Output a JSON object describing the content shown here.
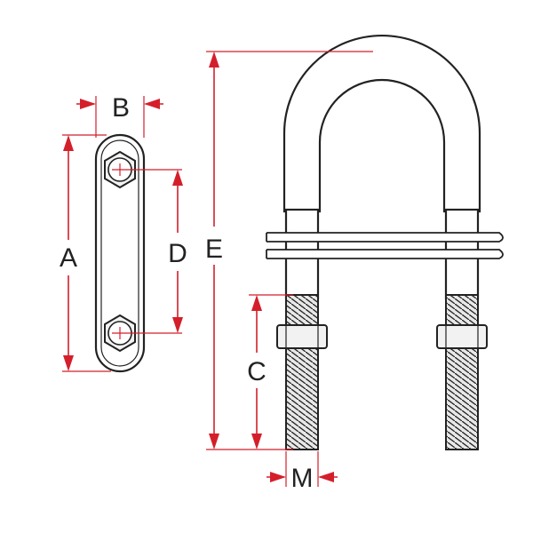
{
  "labels": {
    "A": "A",
    "B": "B",
    "C": "C",
    "D": "D",
    "E": "E",
    "M": "M"
  },
  "colors": {
    "dimension": "#d41f2b",
    "outline": "#222222"
  }
}
